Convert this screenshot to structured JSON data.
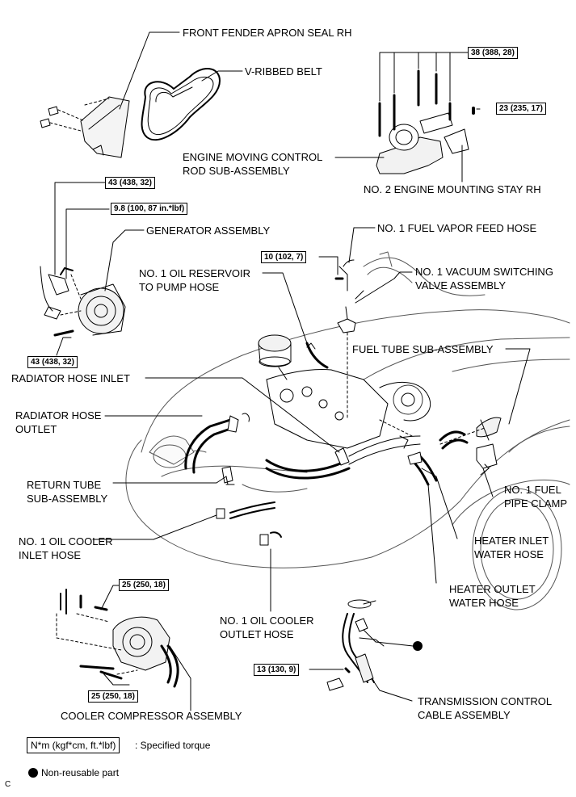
{
  "parts": {
    "front_fender_apron_seal_rh": "FRONT FENDER APRON SEAL RH",
    "v_ribbed_belt": "V-RIBBED BELT",
    "engine_moving_control_rod_l1": "ENGINE MOVING CONTROL",
    "engine_moving_control_rod_l2": "ROD SUB-ASSEMBLY",
    "no2_engine_mounting_stay_rh": "NO. 2 ENGINE MOUNTING STAY RH",
    "generator_assembly": "GENERATOR ASSEMBLY",
    "no1_fuel_vapor_feed_hose": "NO. 1 FUEL VAPOR FEED HOSE",
    "no1_vacuum_switching_valve_l1": "NO. 1 VACUUM SWITCHING",
    "no1_vacuum_switching_valve_l2": "VALVE ASSEMBLY",
    "no1_oil_reservoir_hose_l1": "NO. 1 OIL RESERVOIR",
    "no1_oil_reservoir_hose_l2": "TO PUMP HOSE",
    "fuel_tube_sub_assembly": "FUEL TUBE SUB-ASSEMBLY",
    "radiator_hose_inlet": "RADIATOR HOSE INLET",
    "radiator_hose_outlet_l1": "RADIATOR HOSE",
    "radiator_hose_outlet_l2": "OUTLET",
    "return_tube_l1": "RETURN TUBE",
    "return_tube_l2": "SUB-ASSEMBLY",
    "no1_fuel_pipe_clamp_l1": "NO. 1 FUEL",
    "no1_fuel_pipe_clamp_l2": "PIPE CLAMP",
    "no1_oil_cooler_inlet_hose_l1": "NO. 1 OIL COOLER",
    "no1_oil_cooler_inlet_hose_l2": "INLET HOSE",
    "heater_inlet_water_hose_l1": "HEATER INLET",
    "heater_inlet_water_hose_l2": "WATER HOSE",
    "heater_outlet_water_hose_l1": "HEATER OUTLET",
    "heater_outlet_water_hose_l2": "WATER HOSE",
    "no1_oil_cooler_outlet_hose_l1": "NO. 1 OIL COOLER",
    "no1_oil_cooler_outlet_hose_l2": "OUTLET HOSE",
    "transmission_control_cable_l1": "TRANSMISSION CONTROL",
    "transmission_control_cable_l2": "CABLE ASSEMBLY",
    "cooler_compressor_assembly": "COOLER COMPRESSOR ASSEMBLY"
  },
  "torques": {
    "t38": "38 (388, 28)",
    "t23": "23 (235, 17)",
    "t43_top": "43 (438, 32)",
    "t9_8": "9.8 (100, 87 in.*lbf)",
    "t10": "10 (102, 7)",
    "t43_bottom": "43 (438, 32)",
    "t25_top": "25 (250, 18)",
    "t25_bottom": "25 (250, 18)",
    "t13": "13 (130, 9)"
  },
  "legend": {
    "torque_unit": "N*m (kgf*cm, ft.*lbf)",
    "torque_desc": ": Specified torque",
    "non_reusable": "Non-reusable part"
  },
  "figure_code": "C"
}
